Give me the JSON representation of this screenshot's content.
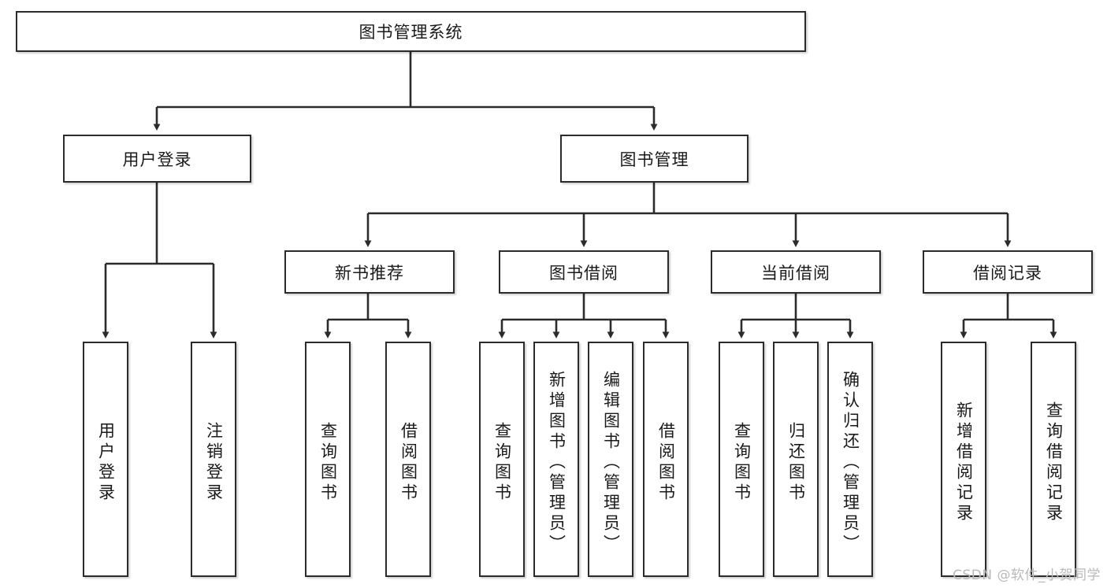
{
  "diagram": {
    "type": "hierarchy-tree",
    "title": "图书管理系统",
    "orientation": "top-down",
    "colors": {
      "box_border": "#2b2b2b",
      "box_fill": "#ffffff",
      "connector": "#2b2b2b",
      "text": "#1a1a1a",
      "watermark": "#b9b9b9"
    },
    "root": {
      "label": "图书管理系统",
      "id": "root-book-management-system"
    },
    "level2": [
      {
        "id": "node-user-login",
        "label": "用户登录"
      },
      {
        "id": "node-book-management",
        "label": "图书管理"
      }
    ],
    "level3": [
      {
        "id": "node-new-book-recommend",
        "label": "新书推荐",
        "parent": "node-book-management"
      },
      {
        "id": "node-book-borrow",
        "label": "图书借阅",
        "parent": "node-book-management"
      },
      {
        "id": "node-current-borrow",
        "label": "当前借阅",
        "parent": "node-book-management"
      },
      {
        "id": "node-borrow-record",
        "label": "借阅记录",
        "parent": "node-book-management"
      }
    ],
    "leaves": {
      "node-user-login": [
        {
          "id": "leaf-user-login",
          "label": "用户登录"
        },
        {
          "id": "leaf-logout-login",
          "label": "注销登录"
        }
      ],
      "node-new-book-recommend": [
        {
          "id": "leaf-query-book-1",
          "label": "查询图书"
        },
        {
          "id": "leaf-borrow-book-1",
          "label": "借阅图书"
        }
      ],
      "node-book-borrow": [
        {
          "id": "leaf-query-book-2",
          "label": "查询图书"
        },
        {
          "id": "leaf-add-book-admin",
          "label": "新增图书（管理员）"
        },
        {
          "id": "leaf-edit-book-admin",
          "label": "编辑图书（管理员）"
        },
        {
          "id": "leaf-borrow-book-2",
          "label": "借阅图书"
        }
      ],
      "node-current-borrow": [
        {
          "id": "leaf-query-book-3",
          "label": "查询图书"
        },
        {
          "id": "leaf-return-book",
          "label": "归还图书"
        },
        {
          "id": "leaf-confirm-return-admin",
          "label": "确认归还（管理员）"
        }
      ],
      "node-borrow-record": [
        {
          "id": "leaf-add-borrow-record",
          "label": "新增借阅记录"
        },
        {
          "id": "leaf-query-borrow-record",
          "label": "查询借阅记录"
        }
      ]
    },
    "watermark": "CSDN @软件_小贺同学"
  }
}
